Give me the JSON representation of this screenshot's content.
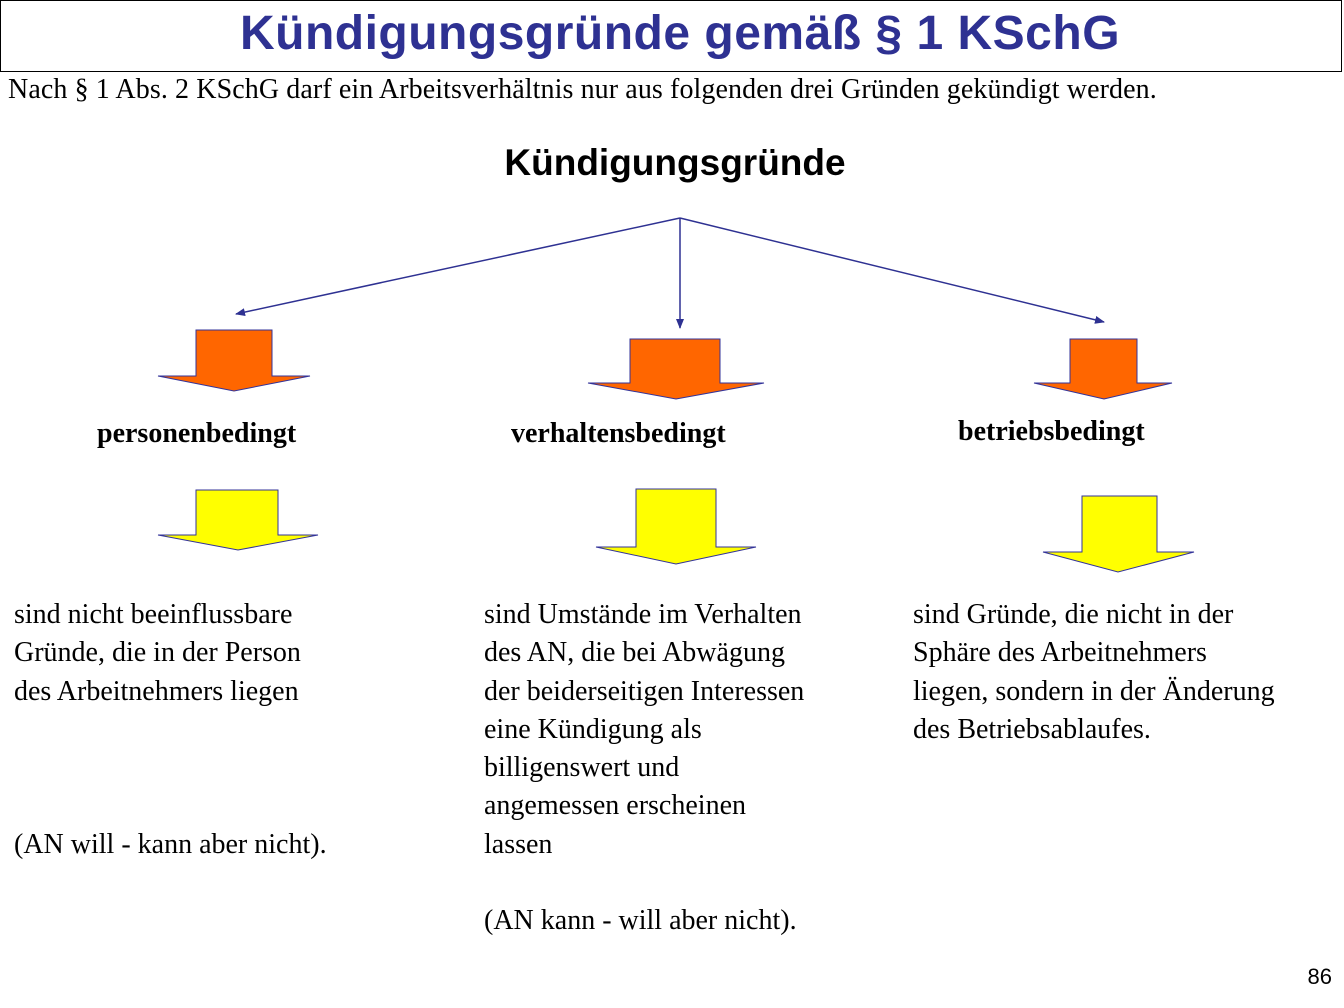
{
  "title": "Kündigungsgründe gemäß § 1 KSchG",
  "intro": "Nach § 1 Abs. 2 KSchG darf ein Arbeitsverhältnis nur aus folgenden drei Gründen gekündigt werden.",
  "diagram": {
    "root": "Kündigungsgründe",
    "categories": [
      {
        "label": "personenbedingt",
        "description": "sind nicht beeinflussbare\nGründe, die in der Person\ndes Arbeitnehmers liegen\n\n\n\n(AN will - kann aber nicht)."
      },
      {
        "label": "verhaltensbedingt",
        "description": "sind Umstände im Verhalten\ndes AN, die bei Abwägung\nder beiderseitigen Interessen\neine Kündigung als\nbilligenswert und\nangemessen erscheinen\nlassen\n\n(AN kann -  will aber nicht)."
      },
      {
        "label": "betriebsbedingt",
        "description": "sind Gründe, die nicht in der\nSphäre des Arbeitnehmers\nliegen, sondern in der Änderung\ndes Betriebsablaufes."
      }
    ]
  },
  "colors": {
    "title": "#2e3192",
    "connector": "#2e3192",
    "arrow_upper": "#ff6600",
    "arrow_lower": "#ffff00"
  },
  "page_number": "86"
}
